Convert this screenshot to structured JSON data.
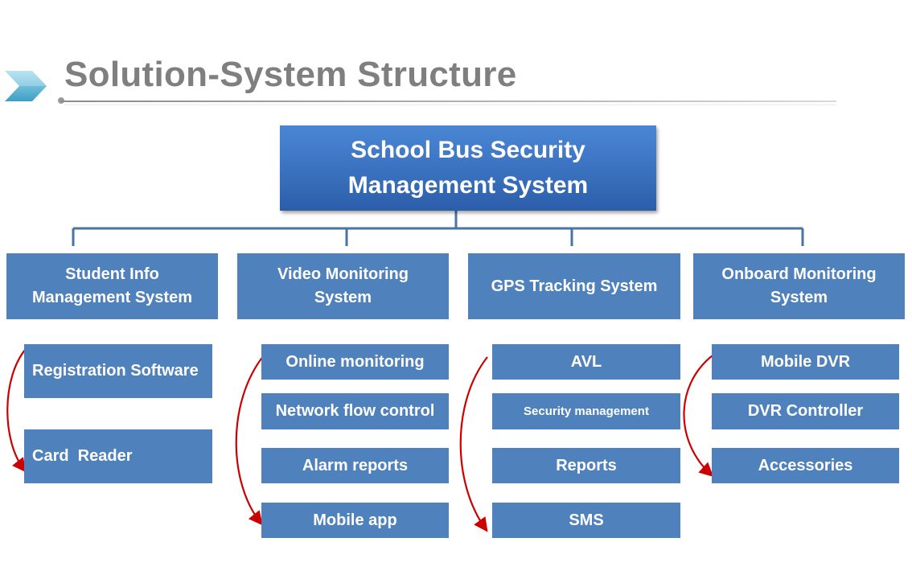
{
  "slide": {
    "title": "Solution-System Structure"
  },
  "root": {
    "label": "School Bus Security Management System"
  },
  "categories": [
    {
      "label": "Student Info Management System",
      "items": [
        "Registration Software",
        "Card  Reader"
      ]
    },
    {
      "label": "Video Monitoring System",
      "items": [
        "Online monitoring",
        "Network flow control",
        "Alarm reports",
        "Mobile app"
      ]
    },
    {
      "label": "GPS Tracking System",
      "items": [
        "AVL",
        "Security management",
        "Reports",
        "SMS"
      ]
    },
    {
      "label": "Onboard Monitoring System",
      "items": [
        "Mobile DVR",
        "DVR Controller",
        "Accessories"
      ]
    }
  ],
  "colors": {
    "box_fill": "#4f81bd",
    "root_fill": "#3a71bf",
    "connector": "#4a74a8",
    "arrow": "#cc0000",
    "title": "#7f7f7f"
  }
}
